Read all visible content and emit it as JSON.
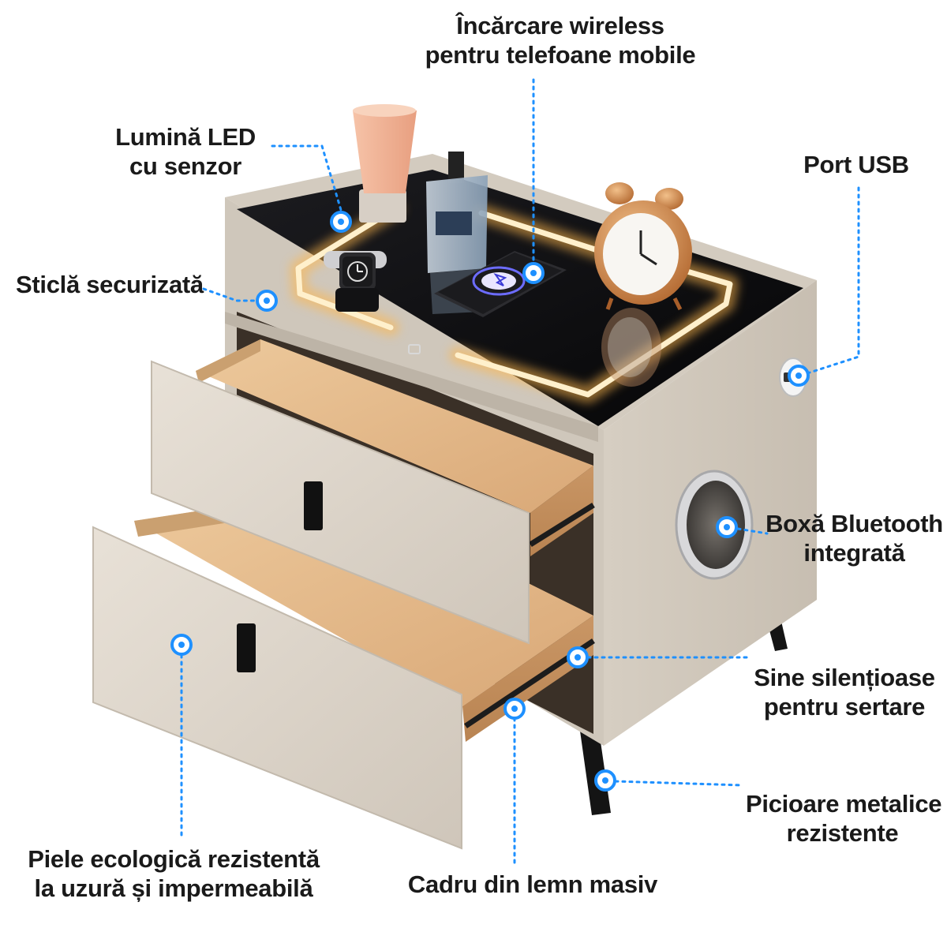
{
  "colors": {
    "accent": "#1e90ff",
    "text": "#1a1a1a",
    "leather": "#ddd5ca",
    "wood": "#e2b98a",
    "glass": "#0d0d0f",
    "led": "#ffc66b",
    "legs": "#141414"
  },
  "callouts": {
    "wireless_charging": {
      "line1": "Încărcare wireless",
      "line2": "pentru telefoane mobile"
    },
    "led_light": {
      "line1": "Lumină LED",
      "line2": "cu senzor"
    },
    "usb_port": {
      "line1": "Port USB"
    },
    "tempered_glass": {
      "line1": "Sticlă securizată"
    },
    "bluetooth_speaker": {
      "line1": "Boxă Bluetooth",
      "line2": "integrată"
    },
    "silent_rails": {
      "line1": "Sine silențioase",
      "line2": "pentru sertare"
    },
    "metal_legs": {
      "line1": "Picioare metalice",
      "line2": "rezistente"
    },
    "eco_leather": {
      "line1": "Piele ecologică rezistentă",
      "line2": "la uzură și impermeabilă"
    },
    "wood_frame": {
      "line1": "Cadru din lemn masiv"
    }
  },
  "icons": [
    "callout-marker-icon",
    "usb-port-icon",
    "speaker-grille-icon",
    "wireless-charger-icon",
    "touch-sensor-icon"
  ]
}
